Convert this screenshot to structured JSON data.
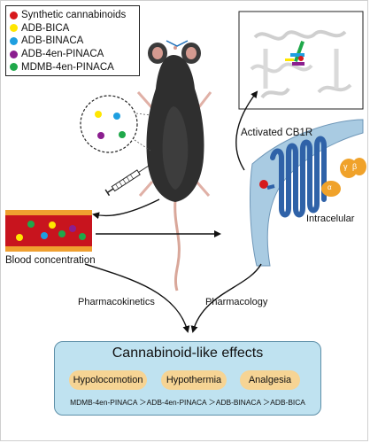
{
  "legend": {
    "items": [
      {
        "label": "Synthetic cannabinoids",
        "color": "#d7191c"
      },
      {
        "label": "ADB-BICA",
        "color": "#ffe600"
      },
      {
        "label": "ADB-BINACA",
        "color": "#1e9fe0"
      },
      {
        "label": "ADB-4en-PINACA",
        "color": "#8b1e8f"
      },
      {
        "label": "MDMB-4en-PINACA",
        "color": "#1fa84a"
      }
    ]
  },
  "labels": {
    "activated_receptor": "Activated CB1R",
    "intracellular": "Intracelular",
    "blood_concentration": "Blood concentration",
    "pharmacokinetics": "Pharmacokinetics",
    "pharmacology": "Pharmacology",
    "alpha_subunit": "α",
    "beta_subunit": "β",
    "gamma_subunit": "γ"
  },
  "effects": {
    "title": "Cannabinoid-like effects",
    "items": [
      "Hypolocomotion",
      "Hypothermia",
      "Analgesia"
    ],
    "ranking": "MDMB-4en-PINACA ＞ADB-4en-PINACA ＞ADB-BINACA ＞ADB-BICA"
  },
  "colors": {
    "vessel_red": "#c8141e",
    "vessel_edge": "#f0a030",
    "membrane": "#a9cbe2",
    "helix": "#2f62a8",
    "g_protein": "#f0a22a",
    "effects_bg": "#bfe2f0",
    "pill": "#f6d494"
  },
  "icons": [
    "mouse-icon",
    "syringe-icon",
    "receptor-structure-icon",
    "cb1-receptor-icon"
  ]
}
